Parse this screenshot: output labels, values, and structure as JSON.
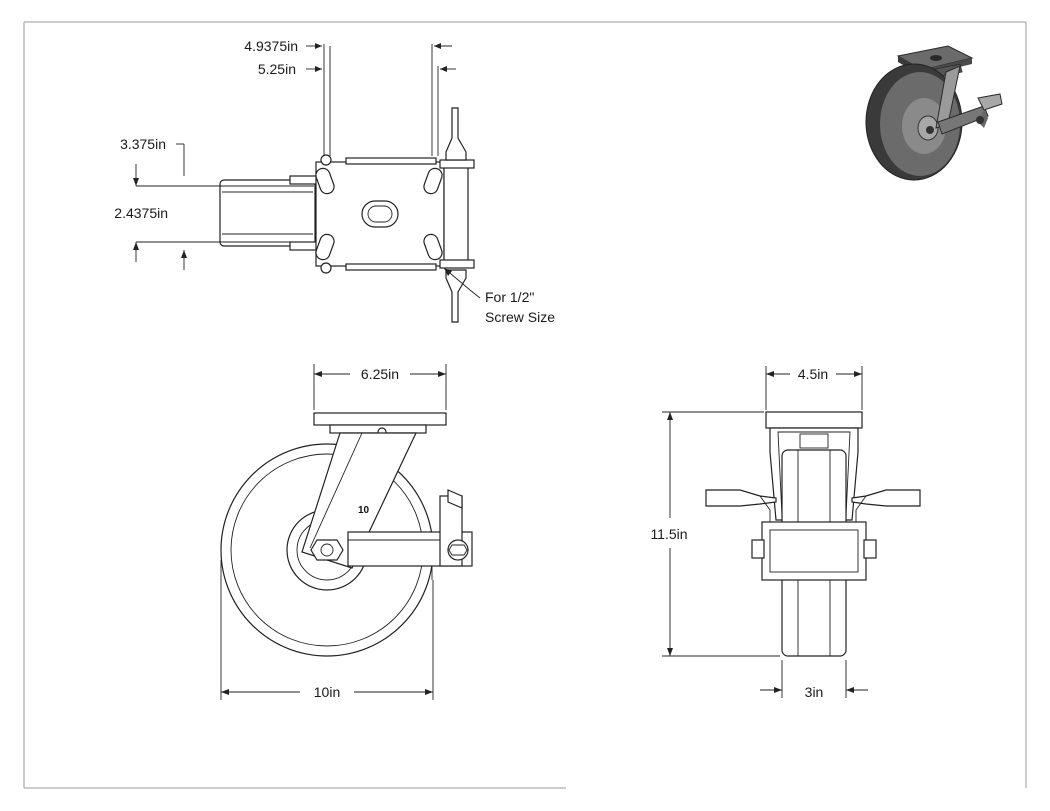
{
  "dimensions": {
    "top_view": {
      "plate_hole_spacing_long": "4.9375in",
      "plate_length": "5.25in",
      "plate_width": "3.375in",
      "plate_hole_spacing_short": "2.4375in",
      "screw_note_line1": "For 1/2\"",
      "screw_note_line2": "Screw Size"
    },
    "side_view": {
      "top_plate_width": "6.25in",
      "wheel_diameter": "10in",
      "hub_label": "10"
    },
    "front_view": {
      "top_plate_depth": "4.5in",
      "overall_height": "11.5in",
      "wheel_width": "3in"
    }
  },
  "colors": {
    "line": "#222222",
    "render_dark": "#3a3a3a",
    "render_mid": "#6b6b6b",
    "render_light": "#a8a8a8"
  }
}
